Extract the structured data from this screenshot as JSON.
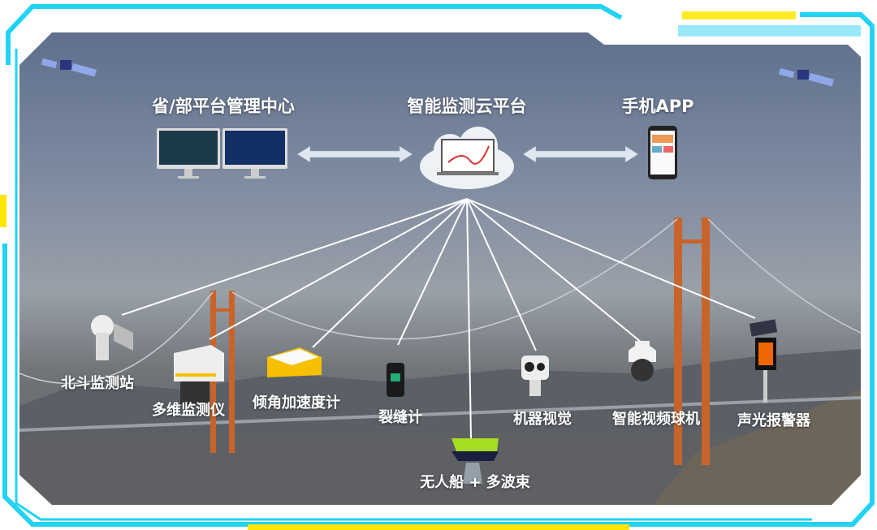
{
  "top": {
    "province": "省/部平台管理中心",
    "cloud": "智能监测云平台",
    "app": "手机APP"
  },
  "devices": [
    {
      "label": "北斗监测站",
      "icon": "gnss-station-icon"
    },
    {
      "label": "多维监测仪",
      "icon": "multi-monitor-icon"
    },
    {
      "label": "倾角加速度计",
      "icon": "inclinometer-icon"
    },
    {
      "label": "裂缝计",
      "icon": "crack-meter-icon"
    },
    {
      "label": "无人船 + 多波束",
      "icon": "unmanned-boat-icon"
    },
    {
      "label": "机器视觉",
      "icon": "machine-vision-icon"
    },
    {
      "label": "智能视频球机",
      "icon": "dome-camera-icon"
    },
    {
      "label": "声光报警器",
      "icon": "alarm-icon"
    }
  ],
  "colors": {
    "frame": "#22d3f5",
    "accent": "#ffe600",
    "tower": "#c8642a"
  }
}
